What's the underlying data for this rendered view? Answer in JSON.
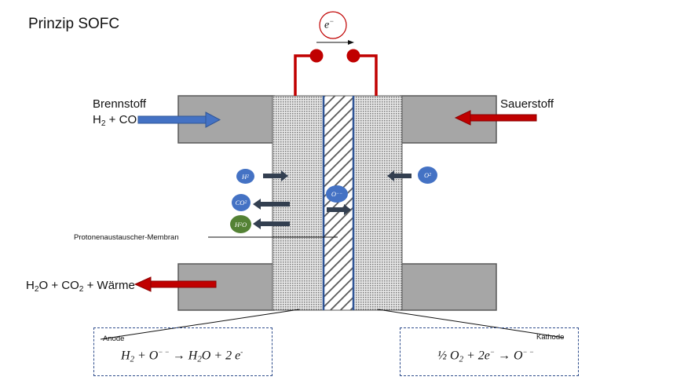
{
  "title": "Prinzip SOFC",
  "electron": {
    "symbol": "e",
    "sup": "−"
  },
  "fuel": {
    "label": "Brennstoff",
    "formula_a": "H",
    "formula_sub": "2",
    "formula_b": " + CO"
  },
  "oxygen": {
    "label": "Sauerstoff"
  },
  "exhaust": {
    "p1": "H",
    "s1": "2",
    "p2": "O + CO",
    "s2": "2",
    "p3": " + Wärme"
  },
  "molecules": {
    "h2": {
      "base": "H",
      "sub": "2"
    },
    "o2": {
      "base": "O",
      "sub": "2"
    },
    "co2": {
      "base": "CO",
      "sub": "2"
    },
    "h2o": {
      "base": "H",
      "sub": "2",
      "tail": "O"
    },
    "ion": {
      "base": "O",
      "sup": "−−"
    }
  },
  "membrane_label": "Protonenaustauscher-Membran",
  "anode": {
    "label": "Anode",
    "eq": {
      "t1": "H",
      "s1": "2",
      "t2": " + O",
      "sup1": "− −",
      "t3": " →  H",
      "s2": "2",
      "t4": "O + 2 e",
      "sup2": "-"
    }
  },
  "cathode": {
    "label": "Kathode",
    "eq": {
      "t1": "½ O",
      "s1": "2",
      "t2": " + 2e",
      "sup1": "−",
      "t3": " → O",
      "sup2": "− −"
    }
  },
  "colors": {
    "red": "#c00000",
    "dark_red": "#8b0000",
    "blue_arrow": "#4472c4",
    "slate": "#333f50",
    "gray_block": "#a6a6a6",
    "membrane_line": "#2f5597"
  }
}
